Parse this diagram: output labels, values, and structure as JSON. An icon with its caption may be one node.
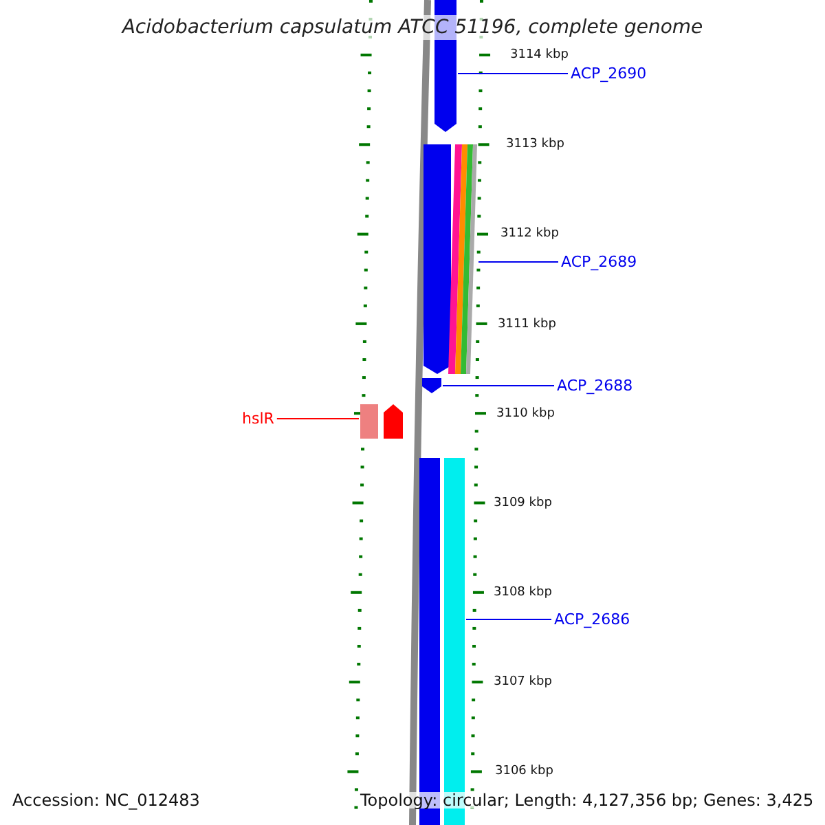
{
  "diagram": {
    "title": "Acidobacterium capsulatum ATCC 51196, complete genome",
    "nodes": [
      {
        "text": [
          "ACP_2690"
        ]
      },
      {
        "text": [
          "ACP_2689"
        ]
      },
      {
        "text": [
          "ACP_2688"
        ]
      },
      {
        "text": [
          "hslR"
        ]
      },
      {
        "text": [
          "ACP_2686"
        ]
      },
      {
        "text": [],
        "shape": "arrow"
      },
      {
        "text": [],
        "shape": "arrow"
      },
      {
        "text": [],
        "shape": "arrow"
      },
      {
        "text": [],
        "shape": "arrow"
      },
      {
        "text": [],
        "shape": "bar"
      }
    ],
    "edges": [
      {
        "from": 0,
        "to": 5,
        "arrow": "none"
      },
      {
        "from": 1,
        "to": 6,
        "arrow": "none"
      },
      {
        "from": 2,
        "to": 7,
        "arrow": "none"
      },
      {
        "from": 3,
        "to": 8,
        "arrow": "none",
        "color": "#ff0000"
      },
      {
        "from": 4,
        "to": 9,
        "arrow": "none"
      }
    ],
    "labels": [
      "3114 kbp",
      "3113 kbp",
      "3112 kbp",
      "3111 kbp",
      "3110 kbp",
      "3109 kbp",
      "3108 kbp",
      "3107 kbp",
      "3106 kbp",
      "Accession: NC_012483",
      "Topology: circular; Length: 4,127,356 bp; Genes: 3,425"
    ]
  }
}
